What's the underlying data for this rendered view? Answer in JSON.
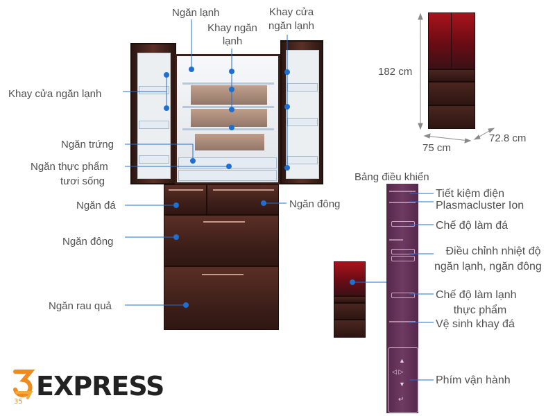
{
  "main_fridge_labels": {
    "ngan_lanh": "Ngăn lạnh",
    "khay_ngan_lanh_1": "Khay ngăn",
    "khay_ngan_lanh_2": "lạnh",
    "khay_cua_right_1": "Khay cửa",
    "khay_cua_right_2": "ngăn lạnh",
    "khay_cua_left": "Khay cửa ngăn lạnh",
    "ngan_trung": "Ngăn trứng",
    "ngan_thuc_pham_1": "Ngăn thực phẩm",
    "ngan_thuc_pham_2": "tươi sống",
    "ngan_da": "Ngăn đá",
    "ngan_dong_right": "Ngăn đông",
    "ngan_dong_left": "Ngăn đông",
    "ngan_rau_qua": "Ngăn rau quả"
  },
  "dimensions": {
    "height": "182 cm",
    "width": "75 cm",
    "depth": "72.8 cm"
  },
  "control_panel": {
    "title": "Bảng điều khiển",
    "items": [
      "Tiết kiệm điện",
      "Plasmacluster Ion",
      "Chế độ làm đá",
      "Điều chỉnh nhiệt độ",
      "ngăn lạnh, ngăn đông",
      "Chế độ làm lạnh",
      "thực phẩm",
      "Vệ sinh khay đá",
      "Phím vận hành"
    ]
  },
  "brand": {
    "name": "EXPRESS",
    "numeral": "35"
  },
  "colors": {
    "leader_dot": "#1f6fd0",
    "leader_line": "#1f6fd0",
    "fridge_red": "#a8131b",
    "fridge_brown": "#3e1f19",
    "panel": "#6e3a62"
  }
}
